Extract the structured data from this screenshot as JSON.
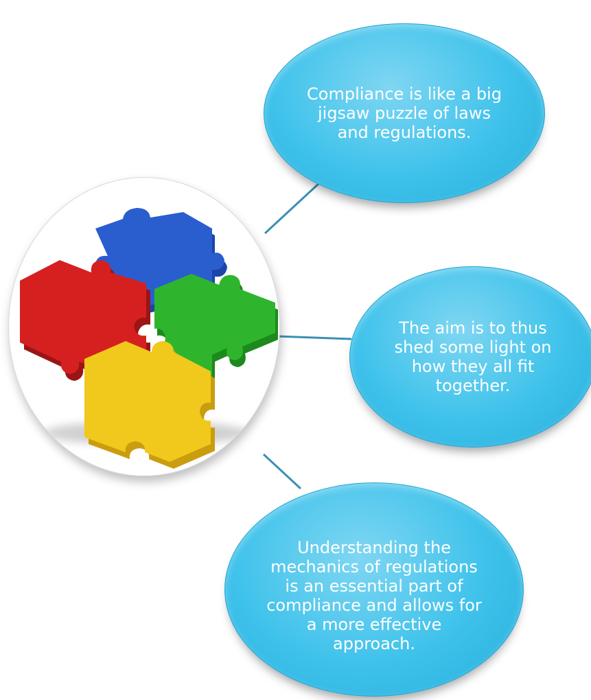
{
  "diagram": {
    "image": {
      "icon": "jigsaw-puzzle-icon",
      "piece_colors": [
        "#2a5ecf",
        "#d62020",
        "#2fb52d",
        "#f1c81c"
      ]
    },
    "connector_color": "#3a90b3",
    "bubble_color": "#3ec2eb",
    "bubbles": [
      {
        "text": "Compliance is like a big jigsaw puzzle of laws and regulations."
      },
      {
        "text": "The aim is to thus shed some light on how they all fit together."
      },
      {
        "text": "Understanding the mechanics of regulations is an essential part of compliance and allows for a more effective approach."
      }
    ]
  }
}
